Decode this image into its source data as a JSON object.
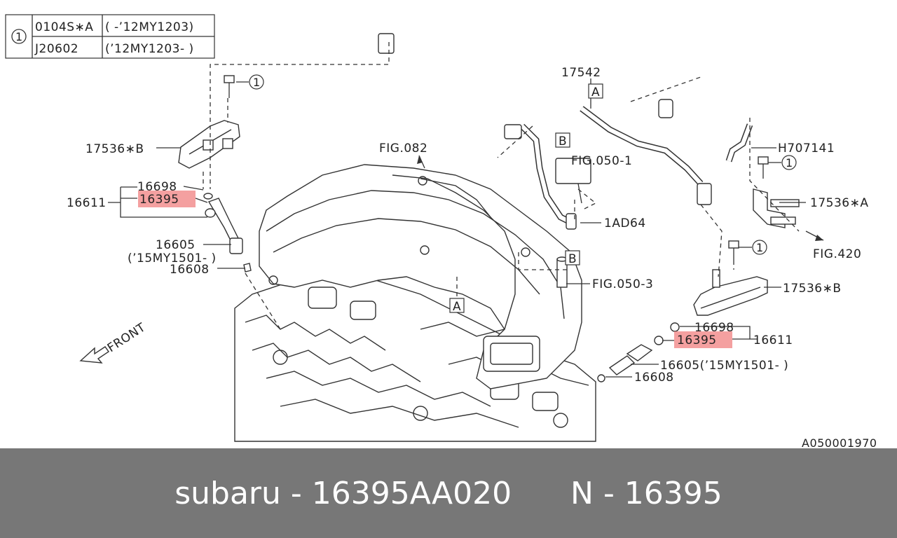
{
  "legend": {
    "marker": "1",
    "rows": [
      {
        "code": "0104S∗A",
        "range": "( -’12MY1203)"
      },
      {
        "code": "J20602",
        "range": "(’12MY1203- )"
      }
    ]
  },
  "labels": {
    "p17542": "17542",
    "p17536b_left": "17536∗B",
    "fig082": "FIG.082",
    "fig050_1": "FIG.050-1",
    "h707141": "H707141",
    "p17536a": "17536∗A",
    "p16698_left": "16698",
    "p16611_left": "16611",
    "p16395_left": "16395",
    "p1ad64": "1AD64",
    "fig420": "FIG.420",
    "p16605_left": "16605",
    "p15my_left": "(’15MY1501- )",
    "p16608_left": "16608",
    "fig050_3": "FIG.050-3",
    "p17536b_right": "17536∗B",
    "p16698_right": "16698",
    "p16395_right": "16395",
    "p16611_right": "16611",
    "p16605_right": "16605(’15MY1501- )",
    "p16608_right": "16608",
    "front": "FRONT",
    "ref_a1": "A",
    "ref_b1": "B",
    "ref_b2": "B",
    "ref_a2": "A",
    "marker_1": "1",
    "marker_2": "1",
    "marker_3": "1",
    "code": "A050001970"
  },
  "banner": {
    "brand_part": "subaru - 16395AA020",
    "ref_part": "N - 16395"
  },
  "colors": {
    "highlight": "#f08080",
    "banner_bg": "#777777",
    "banner_text": "#ffffff"
  }
}
